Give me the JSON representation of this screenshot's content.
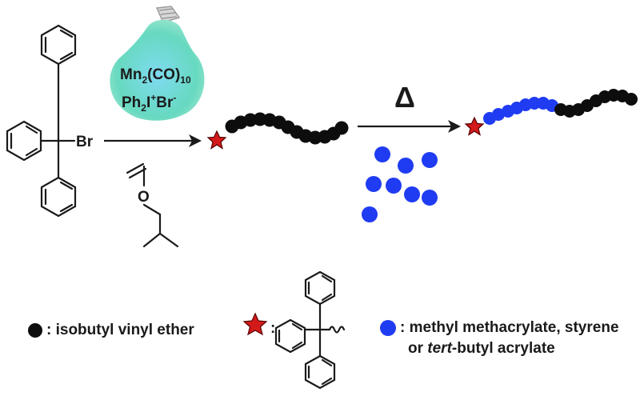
{
  "catalyst": {
    "line1_base": "Mn",
    "line1_sub1": "2",
    "line1_mid": "(CO)",
    "line1_sub2": "10",
    "line2_base": "Ph",
    "line2_sub": "2",
    "line2_mid": "I",
    "line2_sup1": "+",
    "line2_end": "Br",
    "line2_sup2": "-"
  },
  "initiator_atom": "Br",
  "monomer_atom": "O",
  "heat_symbol": "Δ",
  "legend": {
    "black_sep": ":",
    "black_label": "isobutyl vinyl ether",
    "star_sep": ":",
    "blue_sep": ":",
    "blue_label_line1": "methyl methacrylate, styrene",
    "blue_label_line2_pre": "or ",
    "blue_label_line2_em": "tert",
    "blue_label_line2_post": "-butyl acrylate"
  },
  "colors": {
    "black_monomer": "#0d0d0d",
    "blue_monomer": "#1f3cf2",
    "star": "#d31a1a",
    "bulb": "#6fd6e6"
  }
}
